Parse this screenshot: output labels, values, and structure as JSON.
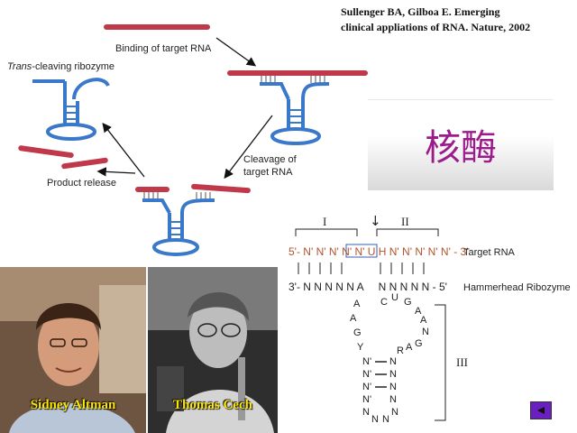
{
  "citation": {
    "line1": "Sullenger BA, Gilboa E. Emerging",
    "line2": "clinical appliations of RNA. Nature, 2002"
  },
  "cycle": {
    "binding_label": "Binding of target RNA",
    "trans_prefix": "Trans",
    "trans_rest": "-cleaving ribozyme",
    "cleavage_line1": "Cleavage of",
    "cleavage_line2": "target RNA",
    "release_label": "Product release"
  },
  "title_cn": "核酶",
  "diagram": {
    "region1": "I",
    "region2": "II",
    "region3": "III",
    "cleave_arrow": "↓",
    "target_row": "5'- N' N' N' N' N' U H N' N' N' N' N' - 3'",
    "target_label": "Target RNA",
    "ribozyme_row": "3'- N N N N N A     N N N N N - 5'",
    "ribozyme_label": "Hammerhead Ribozyme",
    "loop_left": [
      "A",
      "A",
      "G",
      "Y"
    ],
    "loop_right_top": [
      "C",
      "U",
      "G",
      "A"
    ],
    "loop_right": [
      "A",
      "N",
      "G",
      "A",
      "R"
    ],
    "stem_left": [
      "N'",
      "N'",
      "N'",
      "N'"
    ],
    "stem_right": [
      "N",
      "N",
      "N",
      "N"
    ],
    "loop_bottom": [
      "N",
      "N",
      "N",
      "N"
    ]
  },
  "photos": {
    "altman_caption": "Sidney Altman",
    "cech_caption": "Thomas Cech"
  },
  "colors": {
    "rna_strand": "#c0394a",
    "ribozyme": "#3a78c9",
    "title": "#9c1a8c",
    "caption": "#ffe600",
    "target_text": "#b0522f"
  },
  "icons": {
    "nav": "back-arrow-icon"
  }
}
